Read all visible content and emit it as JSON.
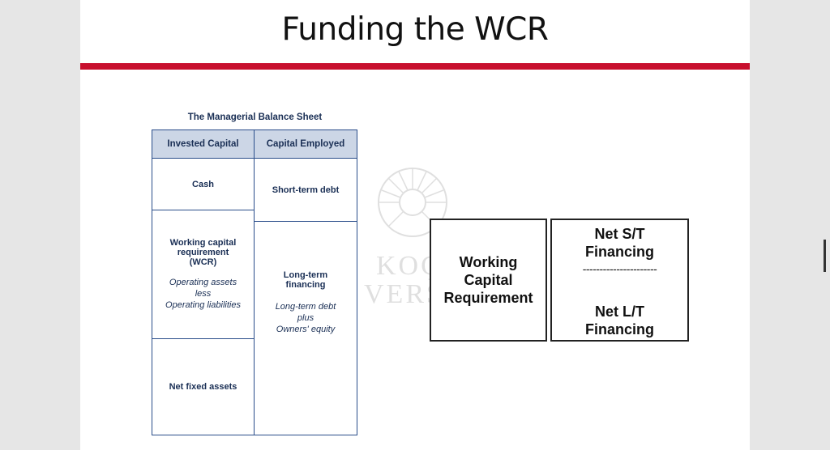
{
  "slide": {
    "title": "Funding the WCR",
    "accent_color": "#c8102e"
  },
  "watermark": {
    "lines": [
      "KOÇ",
      "VERS"
    ]
  },
  "balance_sheet": {
    "title": "The Managerial Balance Sheet",
    "headers": [
      "Invested Capital",
      "Capital Employed"
    ],
    "left": {
      "cash": "Cash",
      "wcr_line1": "Working capital",
      "wcr_line2": "requirement",
      "wcr_line3": "(WCR)",
      "wcr_detail1": "Operating assets",
      "wcr_detail2": "less",
      "wcr_detail3": "Operating liabilities",
      "net_fixed": "Net fixed assets"
    },
    "right": {
      "std": "Short-term debt",
      "ltf_line1": "Long-term",
      "ltf_line2": "financing",
      "ltf_detail1": "Long-term debt",
      "ltf_detail2": "plus",
      "ltf_detail3": "Owners' equity"
    }
  },
  "wcr_box": {
    "line1": "Working",
    "line2": "Capital",
    "line3": "Requirement"
  },
  "financing_box": {
    "st_line1": "Net S/T",
    "st_line2": "Financing",
    "separator": "----------------------",
    "lt_line1": "Net L/T",
    "lt_line2": "Financing"
  }
}
